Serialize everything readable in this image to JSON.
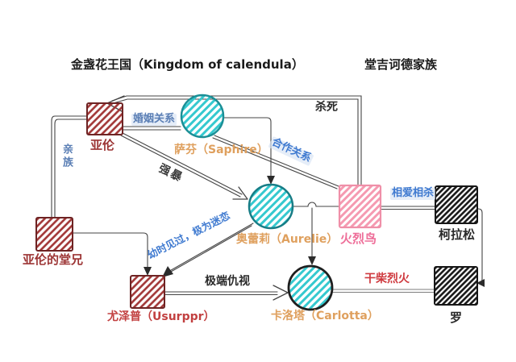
{
  "titles": {
    "left": "金盏花王国（Kingdom of calendula）",
    "right": "堂吉诃德家族"
  },
  "nodes": {
    "aaron": {
      "label": "亚伦",
      "shape": "square",
      "theme": "dark-red"
    },
    "saphire": {
      "label": "萨芬（Saphire）",
      "shape": "circle",
      "theme": "teal"
    },
    "cousin": {
      "label": "亚伦的堂兄",
      "shape": "square",
      "theme": "dark-red"
    },
    "aurelie": {
      "label": "奥蕾莉（Aurelie）",
      "shape": "circle",
      "theme": "teal"
    },
    "flamingo": {
      "label": "火烈鸟",
      "shape": "square",
      "theme": "pink"
    },
    "corazon": {
      "label": "柯拉松",
      "shape": "square",
      "theme": "black"
    },
    "usurper": {
      "label": "尤泽普（Usurppr）",
      "shape": "square",
      "theme": "dark-red"
    },
    "carlotta": {
      "label": "卡洛塔（Carlotta）",
      "shape": "circle",
      "theme": "teal"
    },
    "luo": {
      "label": "罗",
      "shape": "square",
      "theme": "black"
    }
  },
  "edge_labels": {
    "marriage": "婚姻关系",
    "kill": "杀死",
    "kinship": "亲族",
    "rape": "强暴",
    "cooperation": "合作关系",
    "love_kill": "相爱相杀",
    "childhood": "幼时见过，极为迷恋",
    "hostility": "极端仇视",
    "passion": "干柴烈火"
  },
  "colors": {
    "red_node_hatch": "#a13535",
    "red_node_border": "#6e2424",
    "teal_node_hatch": "#35c9cf",
    "teal_node_border": "#1b8f96",
    "pink_node_hatch": "#f59ab1",
    "pink_node_border": "#ef8fa8",
    "black_node": "#161616",
    "edge_line": "#454545",
    "label_red": "#9c3434",
    "label_orange": "#dfa05e",
    "label_pink": "#ee6e99",
    "label_blue": "#5b7fb5",
    "label_bright_blue": "#3f7ad0",
    "label_crimson": "#cf3a3f"
  }
}
